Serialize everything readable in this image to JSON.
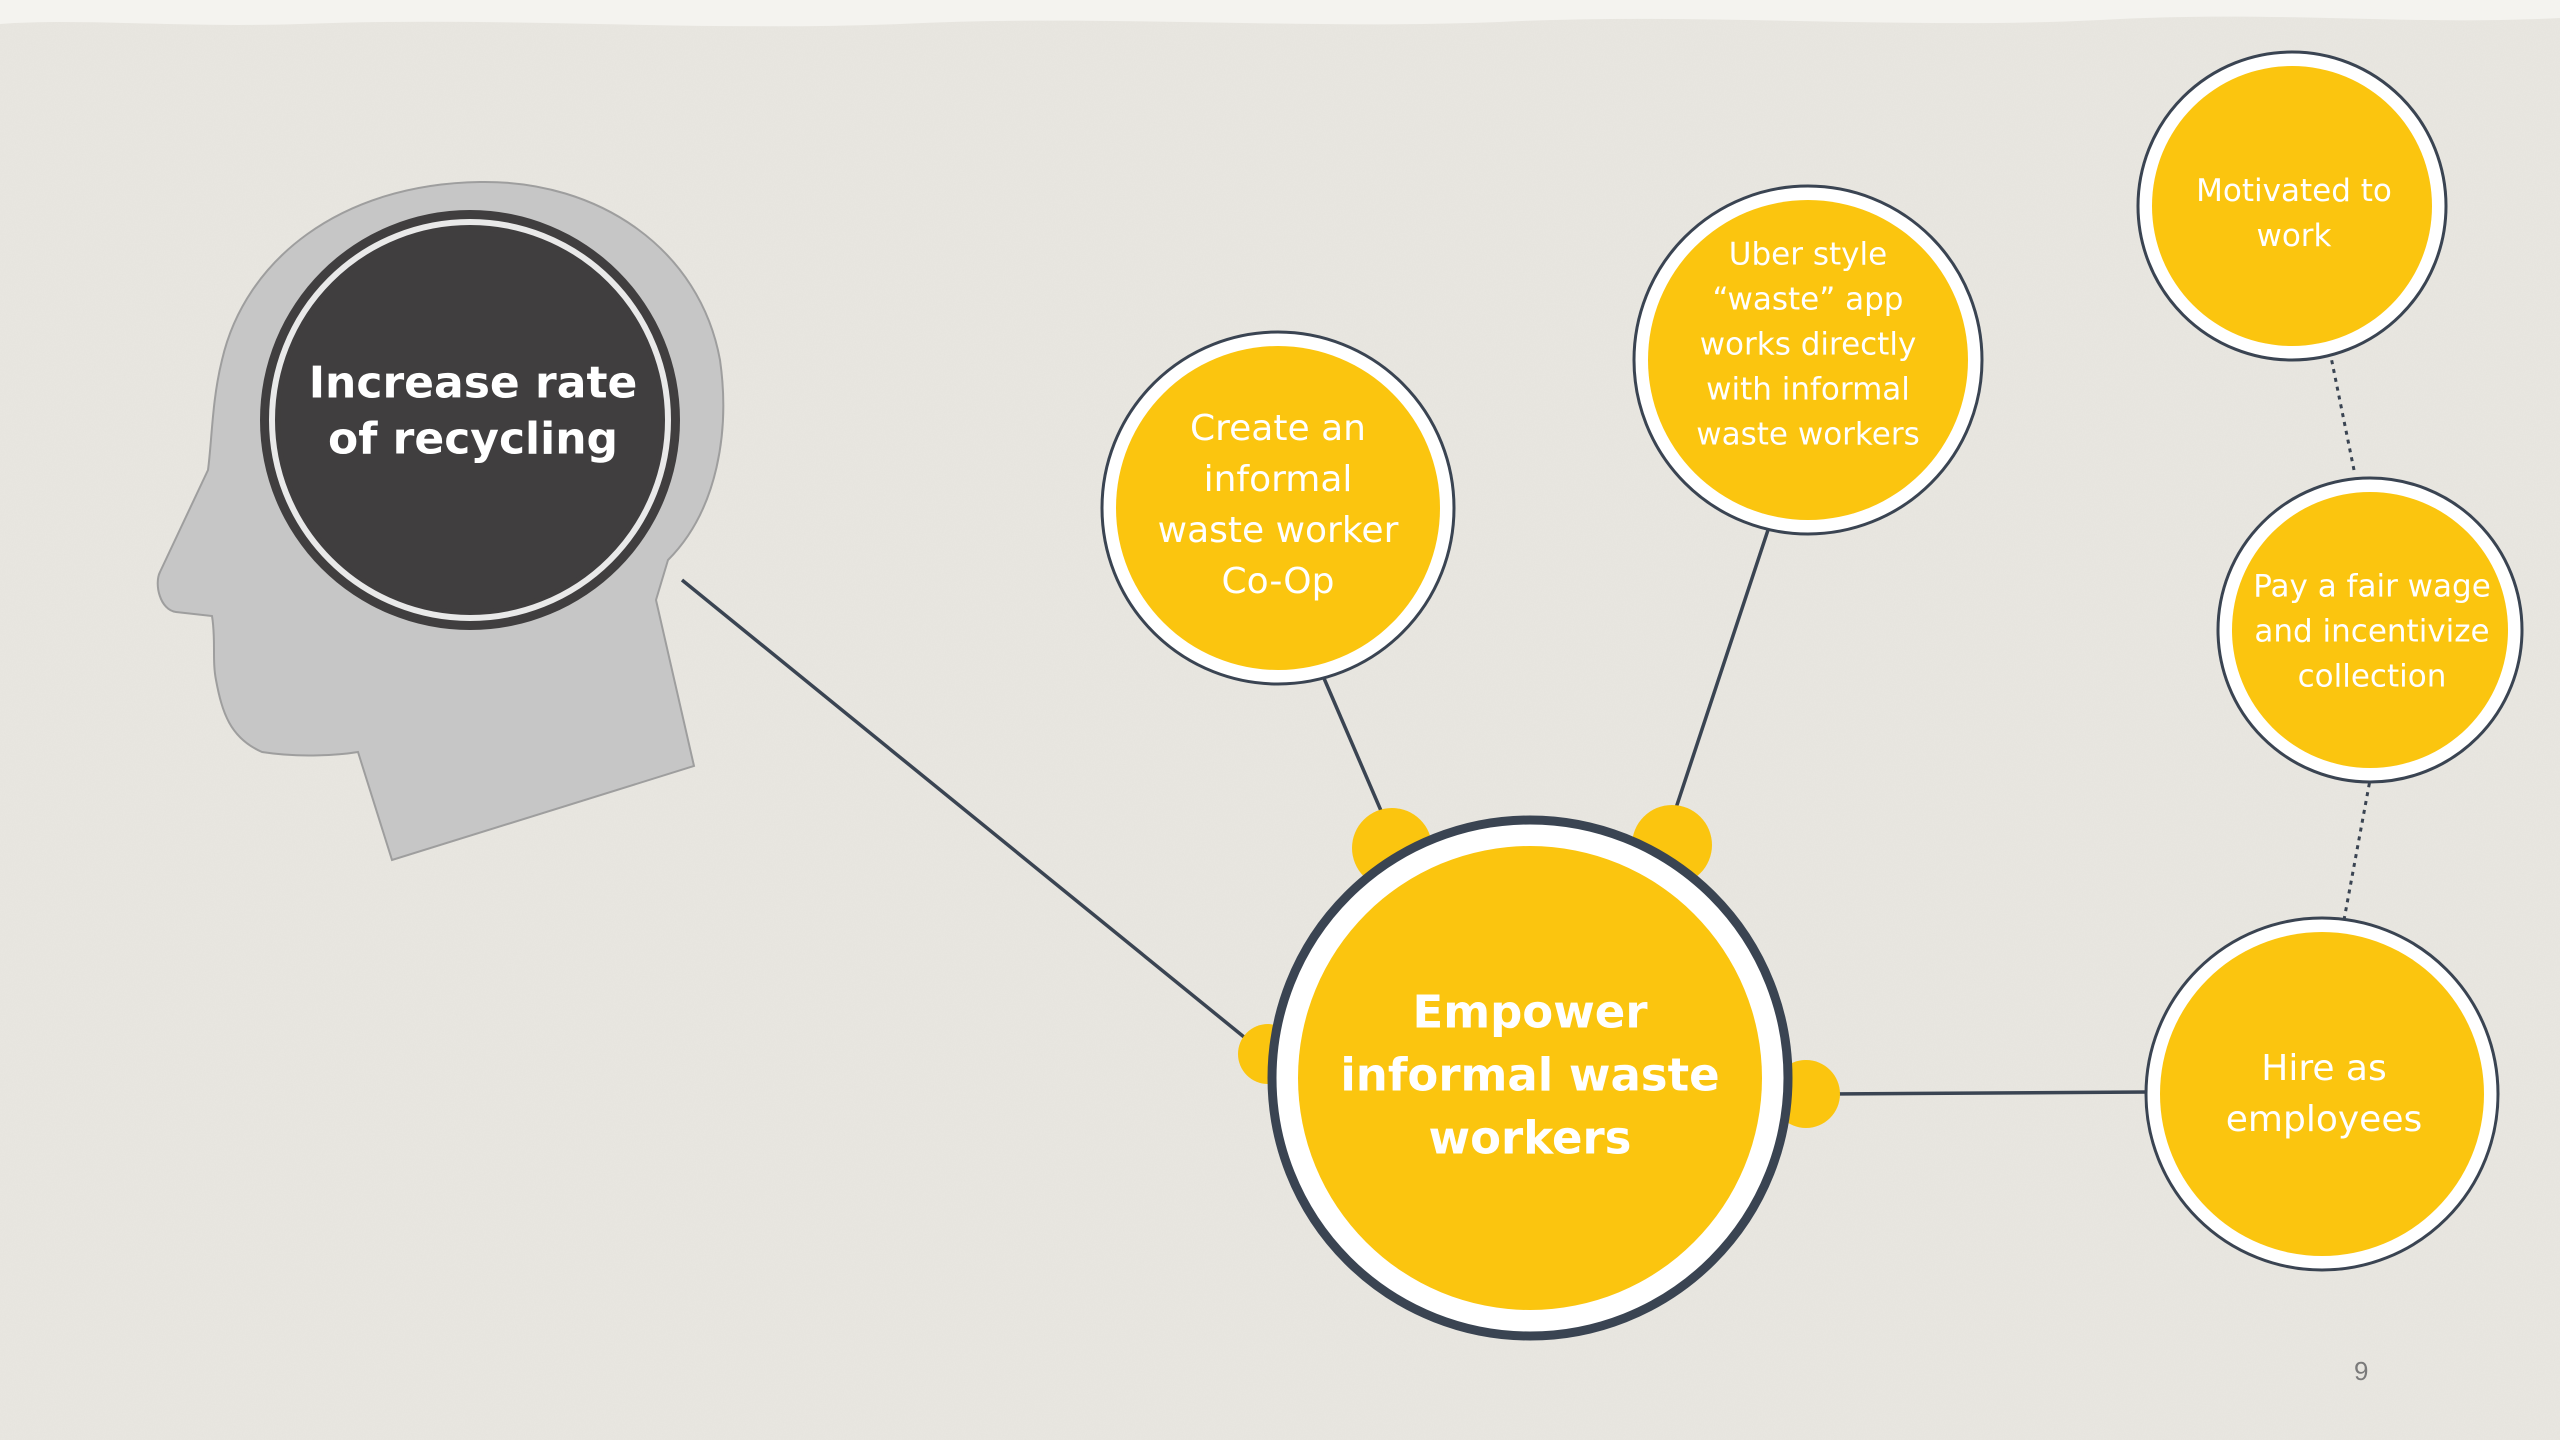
{
  "colors": {
    "background": "#e9e7e1",
    "head_silhouette": "#c6c6c6",
    "head_circle": "#403e3f",
    "node_fill": "#fbc50f",
    "node_ring": "#ffffff",
    "node_outline": "#3a4452",
    "connector": "#3a4452",
    "text": "#ffffff"
  },
  "head": {
    "icon": "head-silhouette-icon",
    "label": "Increase rate\nof recycling"
  },
  "hub": {
    "label": "Empower\ninformal waste\nworkers"
  },
  "nodes": {
    "coop": "Create an\ninformal\nwaste worker\nCo-Op",
    "uber_app": "Uber style\n“waste” app\nworks directly\nwith informal\nwaste workers",
    "hire": "Hire as\nemployees",
    "fair_wage": "Pay a fair wage\nand incentivize\ncollection",
    "motivated": "Motivated to\nwork"
  },
  "page_number": "9"
}
